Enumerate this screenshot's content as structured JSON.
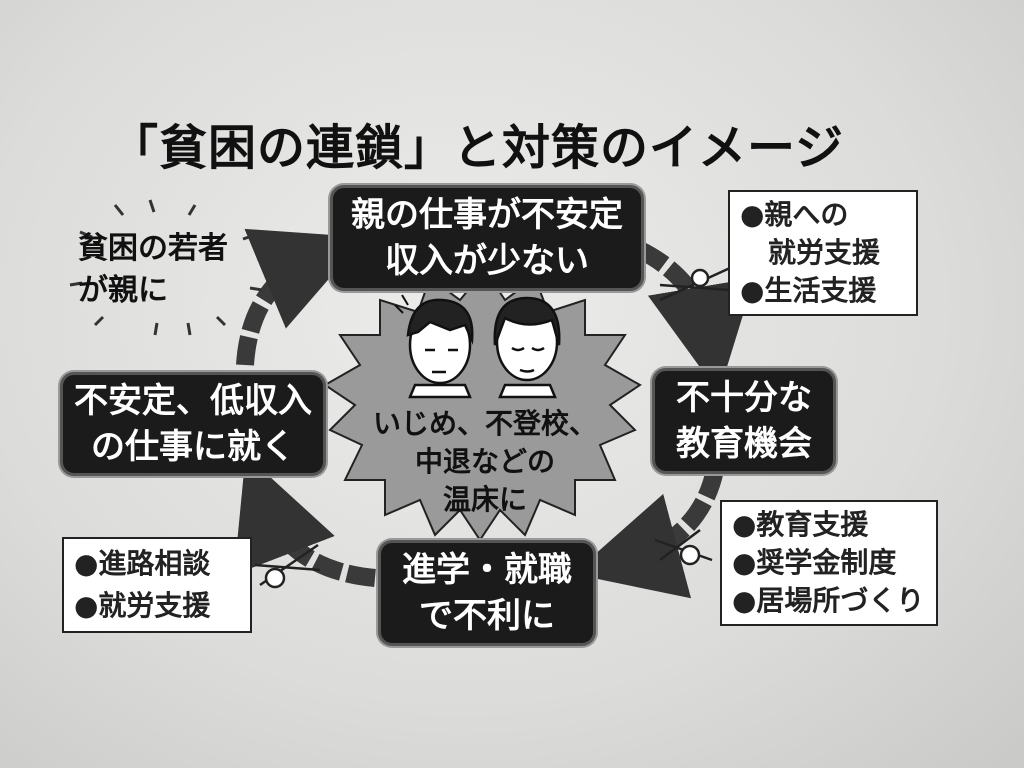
{
  "title": "「貧困の連鎖」と対策のイメージ",
  "cycle": {
    "top": [
      "親の仕事が不安定",
      "収入が少ない"
    ],
    "right": [
      "不十分な",
      "教育機会"
    ],
    "bottom": [
      "進学・就職",
      "で不利に"
    ],
    "left": [
      "不安定、低収入",
      "の仕事に就く"
    ]
  },
  "center": [
    "いじめ、不登校、",
    "中退などの",
    "温床に"
  ],
  "youth_parent": [
    "貧困の若者",
    "が親に"
  ],
  "support": {
    "top_right": [
      "●親への",
      "　就労支援",
      "●生活支援"
    ],
    "bottom_right": [
      "●教育支援",
      "●奨学金制度",
      "●居場所づくり"
    ],
    "bottom_left": [
      "●進路相談",
      "●就労支援"
    ]
  }
}
